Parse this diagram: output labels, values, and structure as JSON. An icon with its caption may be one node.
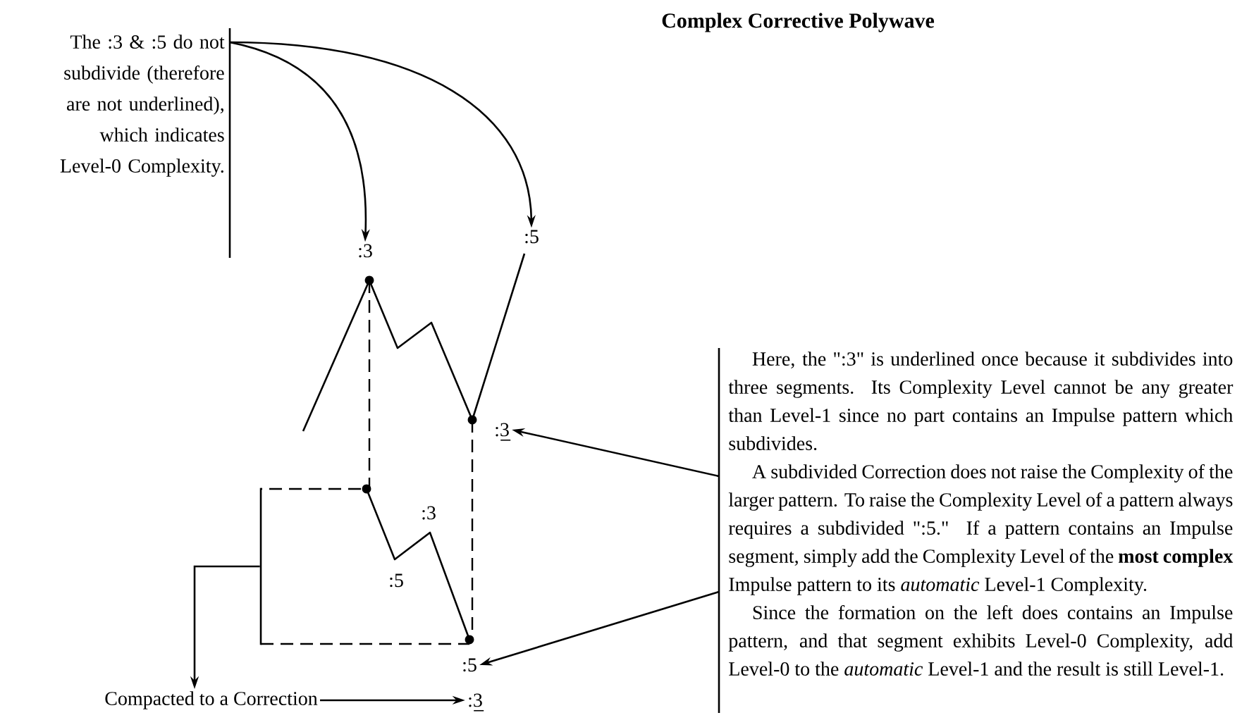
{
  "diagram": {
    "title": "Complex Corrective Polywave",
    "nodes": [
      {
        "text": [
          "The :3 & :5 do not subdivide (therefore are not underlined), which indicates Level-0 Complexity."
        ]
      },
      {
        "text": [
          ":3"
        ]
      },
      {
        "text": [
          ":5"
        ]
      },
      {
        "text": [
          ":3"
        ]
      },
      {
        "text": [
          ":5"
        ]
      },
      {
        "text": [
          ":3"
        ]
      },
      {
        "text": [
          "Compacted to a Correction"
        ]
      },
      {
        "text": [
          "Here, the \":3\" is underlined once because it subdivides into three segments. Its Complexity Level cannot be any greater than Level-1 since no part contains an Impulse pattern which subdivides.",
          "A subdivided Correction does not raise the Complexity of the larger pattern. To raise the Complexity Level of a pattern always requires a subdivided \":5.\" If a pattern contains an Impulse segment, simply add the Complexity Level of the **most complex** Impulse pattern to its *automatic* Level-1 Complexity.",
          "Since the formation on the left does contains an Impulse pattern, and that segment exhibits Level-0 Complexity, add Level-0 to the *automatic* Level-1 and the result is still Level-1."
        ]
      },
      {
        "text": [],
        "shape": "bracket"
      }
    ],
    "edges": [
      {
        "from": 0,
        "to": 1,
        "arrow": "to"
      },
      {
        "from": 0,
        "to": 2,
        "arrow": "to"
      },
      {
        "from": 7,
        "to": 3,
        "arrow": "to"
      },
      {
        "from": 7,
        "to": 4,
        "arrow": "to"
      },
      {
        "from": 6,
        "to": 5,
        "arrow": "to"
      },
      {
        "from": 8,
        "to": 6,
        "arrow": "to"
      }
    ],
    "labels": [
      ":3",
      ":5"
    ]
  }
}
